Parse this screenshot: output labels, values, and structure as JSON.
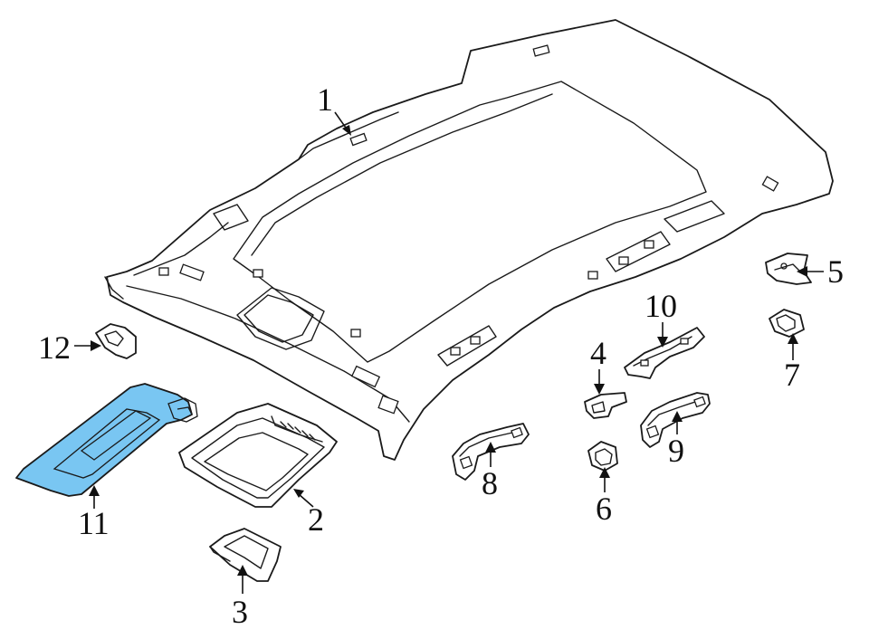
{
  "colors": {
    "highlight": "#79C6F2",
    "line": "#1A1A1A",
    "background": "#FFFFFF"
  },
  "callouts": [
    {
      "id": "1",
      "label": "1"
    },
    {
      "id": "2",
      "label": "2"
    },
    {
      "id": "3",
      "label": "3"
    },
    {
      "id": "4",
      "label": "4"
    },
    {
      "id": "5",
      "label": "5"
    },
    {
      "id": "6",
      "label": "6"
    },
    {
      "id": "7",
      "label": "7"
    },
    {
      "id": "8",
      "label": "8"
    },
    {
      "id": "9",
      "label": "9"
    },
    {
      "id": "10",
      "label": "10"
    },
    {
      "id": "11",
      "label": "11"
    },
    {
      "id": "12",
      "label": "12"
    }
  ],
  "highlighted_part": "11"
}
